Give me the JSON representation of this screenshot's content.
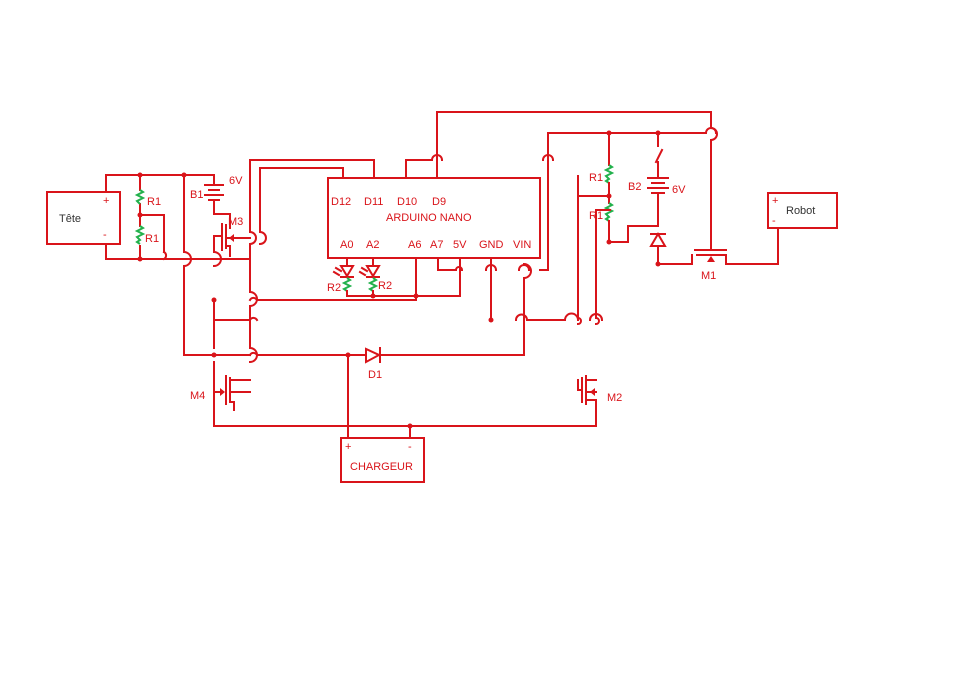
{
  "components": {
    "tete": {
      "label": "Tête",
      "plus": "+",
      "minus": "-"
    },
    "robot": {
      "label": "Robot",
      "plus": "+",
      "minus": "-"
    },
    "chargeur": {
      "label": "CHARGEUR",
      "plus": "+",
      "minus": "-"
    },
    "arduino": {
      "label": "ARDUINO NANO",
      "pins_top": [
        "D12",
        "D11",
        "D10",
        "D9"
      ],
      "pins_bottom": [
        "A0",
        "A2",
        "A6",
        "A7",
        "5V",
        "GND",
        "VIN"
      ]
    },
    "resistors": {
      "r1_a": "R1",
      "r1_b": "R1",
      "r1_c": "R1",
      "r1_d": "R1",
      "r2_a": "R2",
      "r2_b": "R2"
    },
    "batteries": {
      "b1": "B1",
      "b1_v": "6V",
      "b2": "B2",
      "b2_v": "6V"
    },
    "transistors": {
      "m1": "M1",
      "m2": "M2",
      "m3": "M3",
      "m4": "M4"
    },
    "diode": {
      "d1": "D1"
    }
  },
  "colors": {
    "wire": "#d9141a",
    "resistor": "#22b14c",
    "background": "#ffffff"
  }
}
